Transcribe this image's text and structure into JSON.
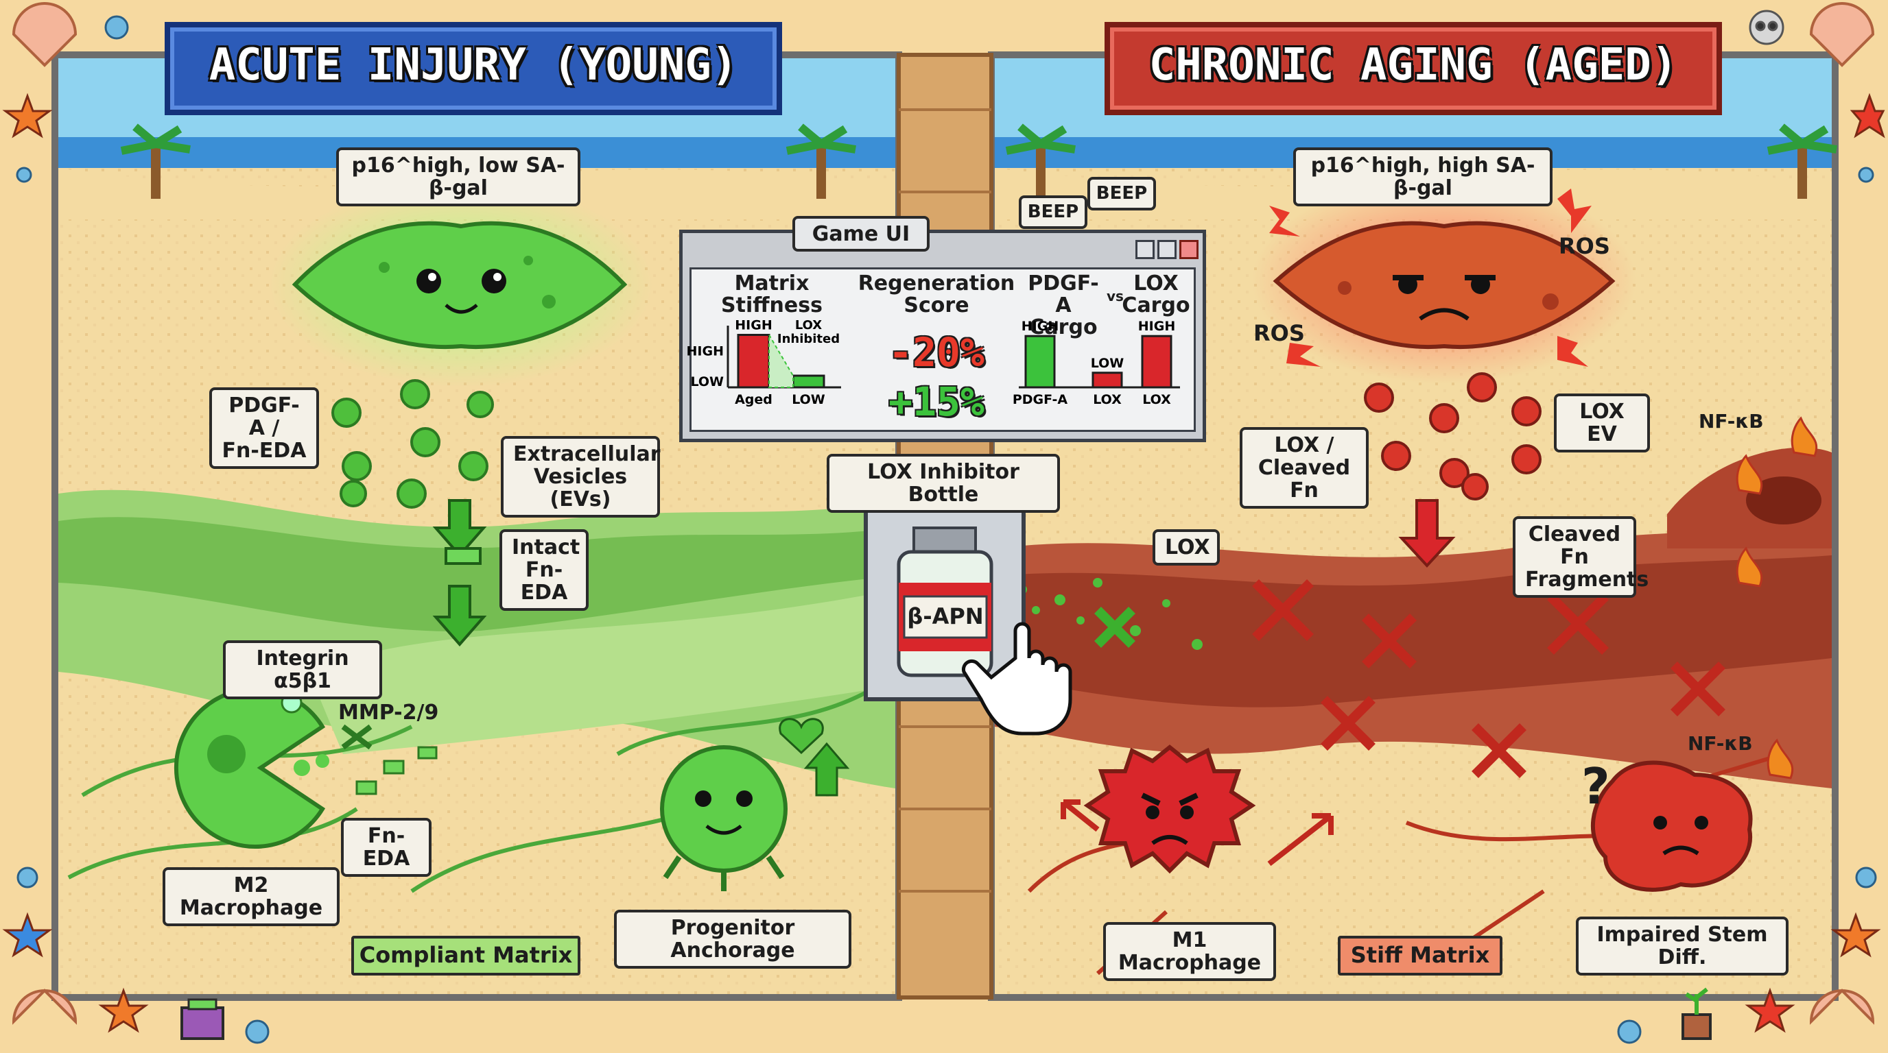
{
  "titles": {
    "left": "ACUTE INJURY (YOUNG)",
    "right": "CHRONIC AGING (AGED)"
  },
  "colors": {
    "young_green": "#5fcf4a",
    "aged_red": "#d9432f",
    "sand": "#f4dba2",
    "sky": "#8fd3f0",
    "sea": "#3b8fd6"
  },
  "labels": {
    "senescent_young": "p16^high, low SA-β-gal",
    "senescent_aged": "p16^high, high SA-β-gal",
    "pdgfa_fneda": "PDGF-A /\nFn-EDA",
    "evs": "Extracellular\nVesicles (EVs)",
    "intact_fneda": "Intact\nFn-EDA",
    "integrin": "Integrin α5β1",
    "mmp": "MMP-2/9",
    "fn_eda": "Fn-EDA",
    "m2": "M2 Macrophage",
    "compliant": "Compliant Matrix",
    "progenitor": "Progenitor Anchorage",
    "ros_1": "ROS",
    "ros_2": "ROS",
    "lox_ev": "LOX EV",
    "lox_cleaved": "LOX /\nCleaved Fn",
    "nfkb_1": "NF-κB",
    "nfkb_2": "NF-κB",
    "lox": "LOX",
    "cleaved_fragments": "Cleaved Fn\nFragments",
    "m1": "M1 Macrophage",
    "stiff": "Stiff Matrix",
    "impaired": "Impaired Stem Diff.",
    "inhibitor_bottle": "LOX Inhibitor Bottle",
    "bottle_label": "β-APN",
    "beep_1": "BEEP",
    "beep_2": "BEEP",
    "question": "?"
  },
  "game_ui": {
    "title": "Game UI",
    "col1": "Matrix\nStiffness",
    "col2": "Regeneration\nScore",
    "col3a": "PDGF-A\nCargo",
    "vs": "vs",
    "col3b": "LOX\nCargo",
    "pct_down": "-20%",
    "pct_up": "+15%"
  },
  "chart_data": [
    {
      "type": "bar",
      "title": "Matrix Stiffness",
      "categories": [
        "Aged",
        "LOW"
      ],
      "values": [
        0.9,
        0.2
      ],
      "ylim": [
        0,
        1
      ],
      "ytick_labels": [
        "LOW",
        "HIGH"
      ],
      "annotations": [
        "HIGH",
        "LOX\nInhibited"
      ],
      "colors": [
        "#d9262b",
        "#3cc23c"
      ]
    },
    {
      "type": "bar",
      "title": "",
      "categories": [
        "PDGF-A",
        "LOX",
        "LOX"
      ],
      "values": [
        0.88,
        0.25,
        0.88
      ],
      "ylim": [
        0,
        1
      ],
      "annotations": [
        "HIGH",
        "LOW",
        "HIGH"
      ],
      "colors": [
        "#3cc23c",
        "#d9262b",
        "#d9262b"
      ]
    }
  ]
}
